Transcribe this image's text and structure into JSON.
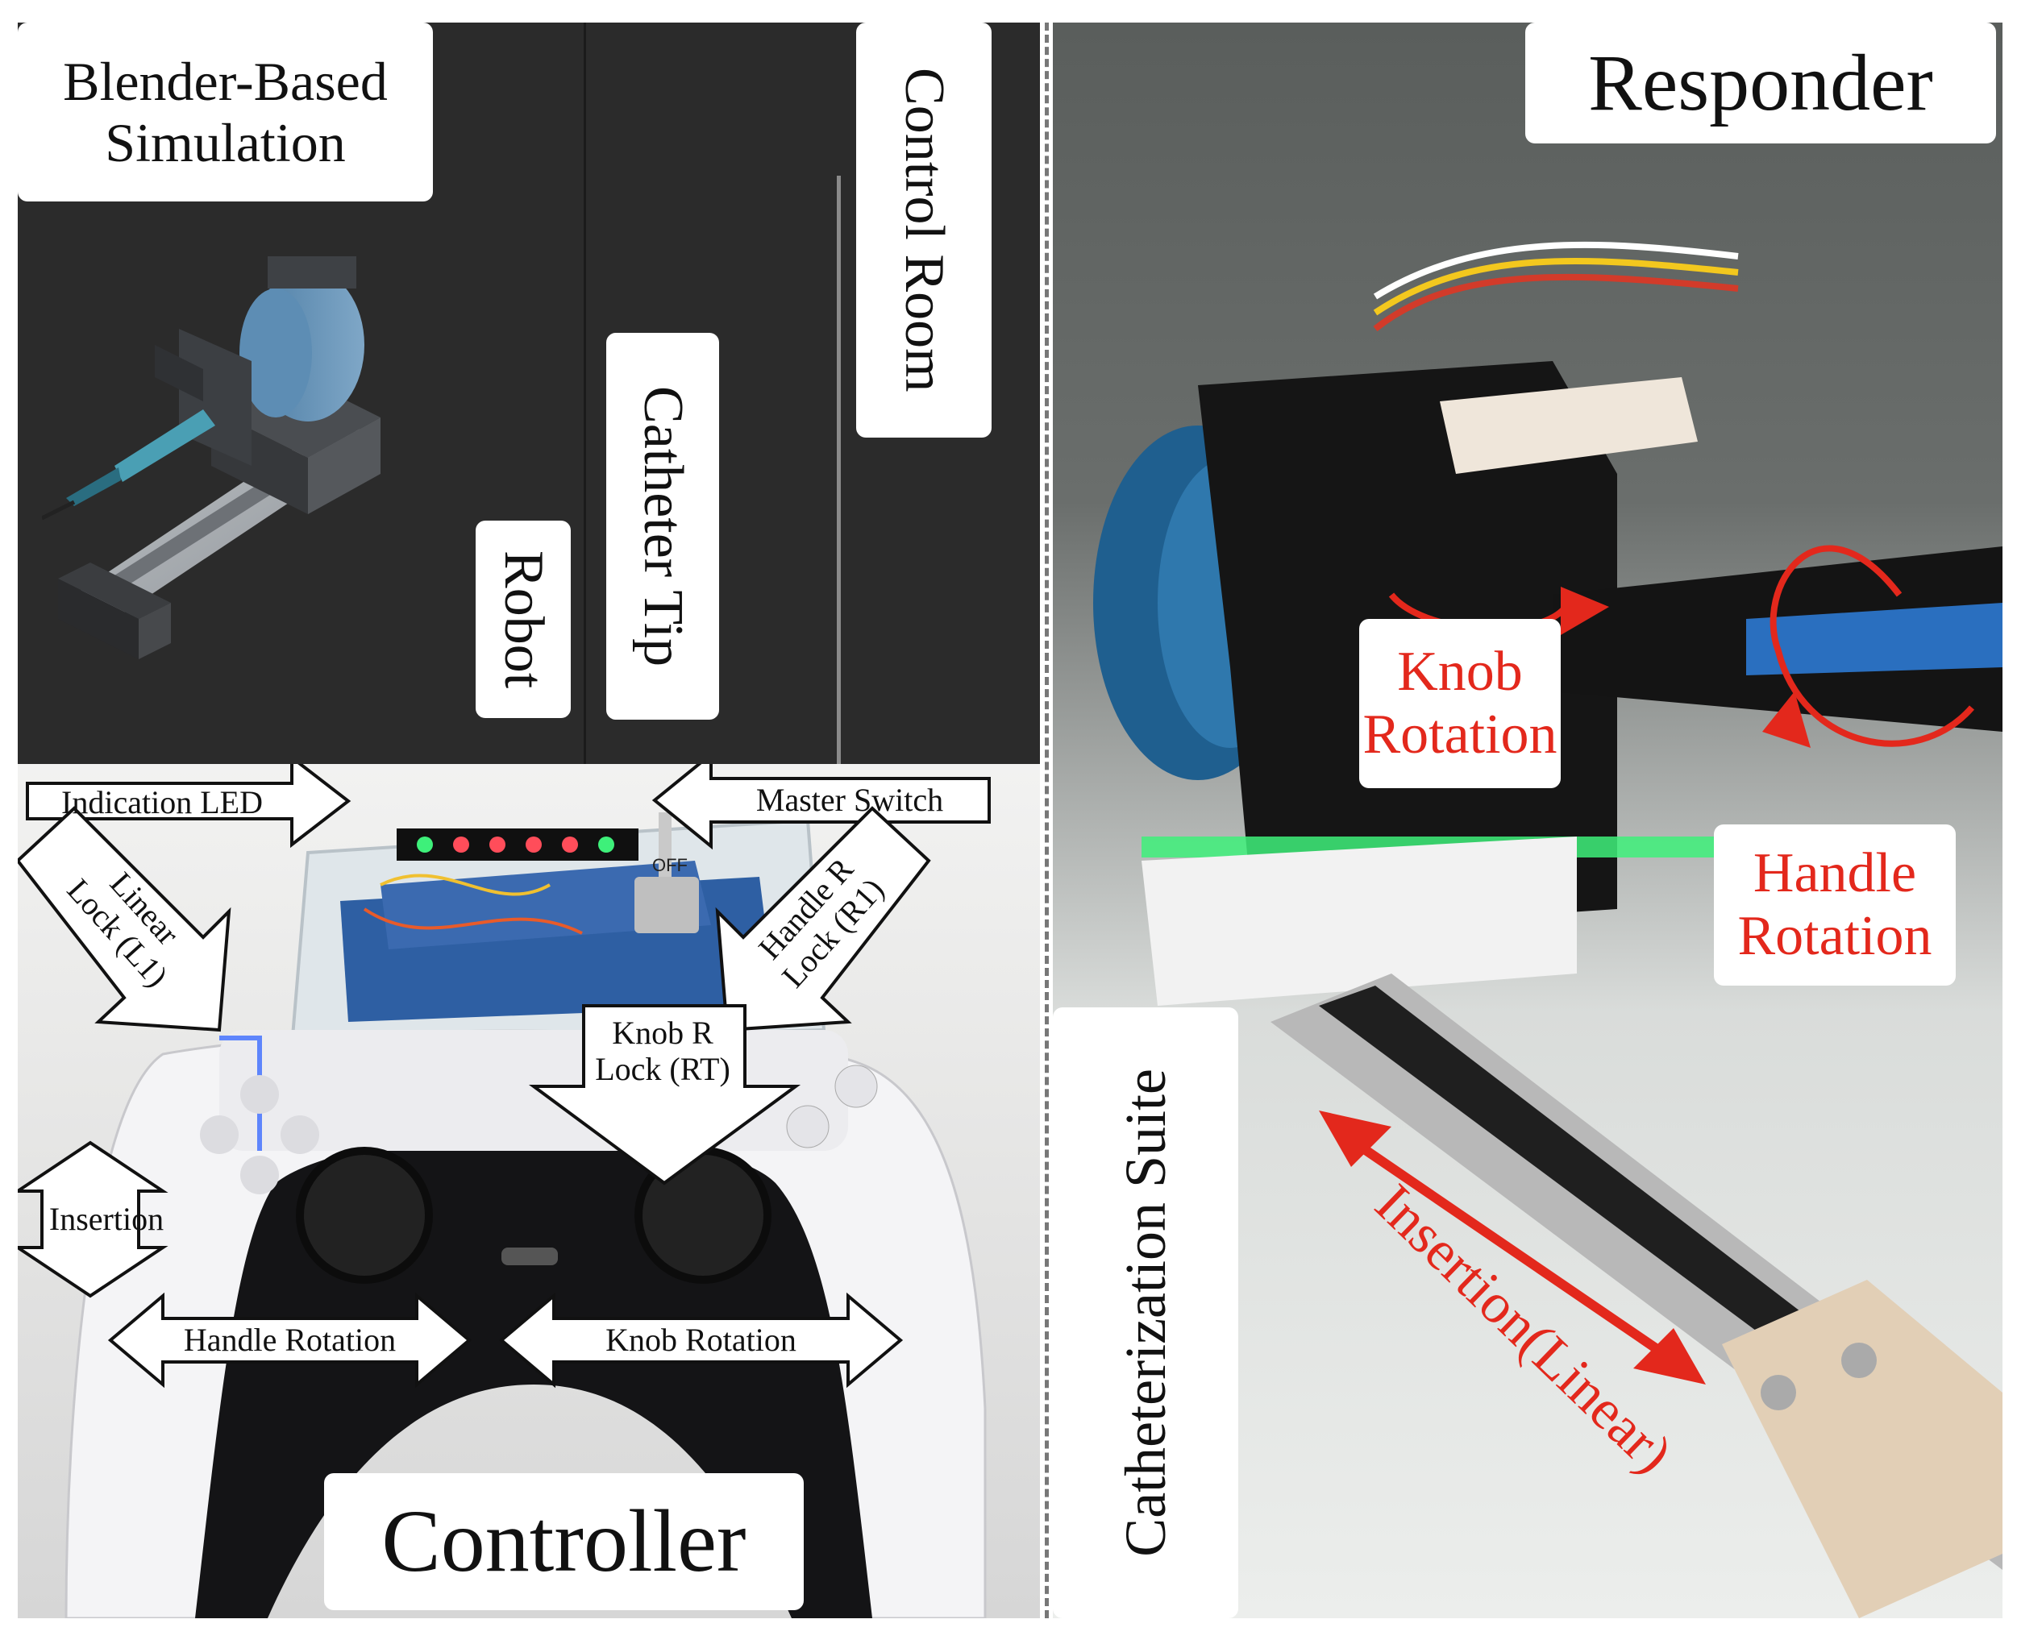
{
  "simulation": {
    "title": "Blender-Based\nSimulation",
    "robot_label": "Robot",
    "catheter_tip_label": "Catheter Tip",
    "control_room_label": "Control Room"
  },
  "controller": {
    "title": "Controller",
    "callouts": {
      "indication_led": "Indication LED",
      "master_switch": "Master Switch",
      "linear_lock": "Linear\nLock (L1)",
      "handle_r_lock": "Handle R\nLock (R1)",
      "knob_r_lock": "Knob R\nLock (RT)",
      "insertion": "Insertion",
      "handle_rotation": "Handle Rotation",
      "knob_rotation": "Knob Rotation"
    },
    "switch_text": "OFF"
  },
  "responder": {
    "title": "Responder",
    "suite_label": "Catheterization Suite",
    "knob_rotation": "Knob\nRotation",
    "handle_rotation": "Handle\nRotation",
    "insertion_linear": "Insertion(Linear)"
  },
  "colors": {
    "accent_red": "#e3281c",
    "sim_background": "#2b2b2b",
    "led_green": "#3ef07a"
  }
}
